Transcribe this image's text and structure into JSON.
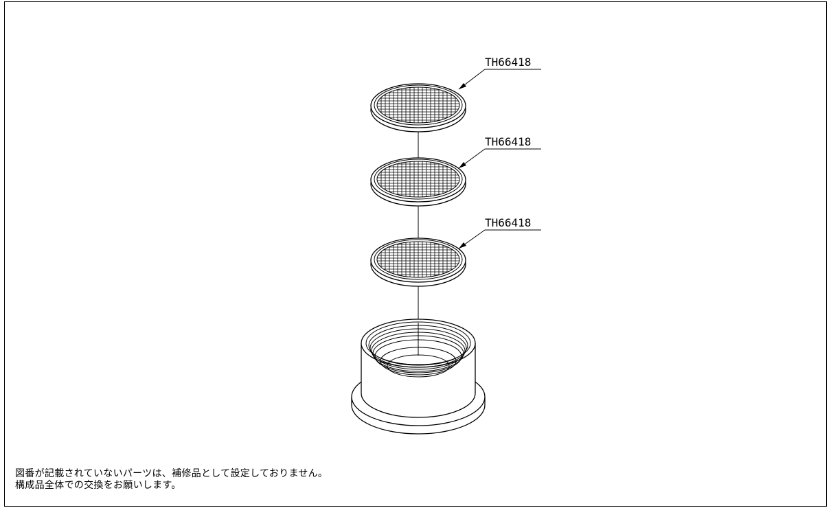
{
  "callouts": [
    {
      "part_number": "TH66418"
    },
    {
      "part_number": "TH66418"
    },
    {
      "part_number": "TH66418"
    }
  ],
  "notes": {
    "line1": "図番が記載されていないパーツは、補修品として設定しておりません。",
    "line2": "構成品全体での交換をお願いします。"
  },
  "colors": {
    "line": "#000000",
    "background": "#ffffff"
  }
}
